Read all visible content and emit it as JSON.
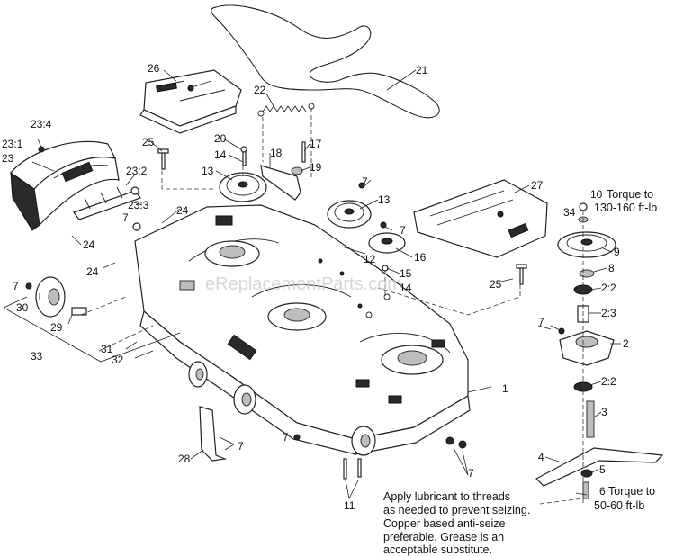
{
  "watermark": "eReplacementParts.com",
  "callouts": {
    "c1": "1",
    "c2": "2",
    "c2_2a": "2:2",
    "c2_3": "2:3",
    "c2_2b": "2:2",
    "c3": "3",
    "c4": "4",
    "c5": "5",
    "c6": "6",
    "c7a": "7",
    "c7b": "7",
    "c7c": "7",
    "c7d": "7",
    "c7e": "7",
    "c7f": "7",
    "c7g": "7",
    "c7h": "7",
    "c8": "8",
    "c9": "9",
    "c10": "10",
    "c11": "11",
    "c12": "12",
    "c13a": "13",
    "c13b": "13",
    "c14a": "14",
    "c14b": "14",
    "c15": "15",
    "c16": "16",
    "c17": "17",
    "c18": "18",
    "c19": "19",
    "c20": "20",
    "c21": "21",
    "c22": "22",
    "c23": "23",
    "c23_1": "23:1",
    "c23_2": "23:2",
    "c23_3": "23:3",
    "c23_4": "23:4",
    "c24a": "24",
    "c24b": "24",
    "c24c": "24",
    "c25a": "25",
    "c25b": "25",
    "c26": "26",
    "c27": "27",
    "c28": "28",
    "c29": "29",
    "c30": "30",
    "c31": "31",
    "c32": "32",
    "c33": "33",
    "c34": "34"
  },
  "torque_notes": {
    "top_line1": "Torque to",
    "top_line2": "130-160 ft-lb",
    "bottom_line1": "Torque to",
    "bottom_line2": "50-60 ft-lb"
  },
  "lubricant_note": [
    "Apply lubricant to threads",
    "as needed to prevent seizing.",
    "Copper  based anti-seize",
    "preferable. Grease is an",
    "acceptable substitute."
  ]
}
